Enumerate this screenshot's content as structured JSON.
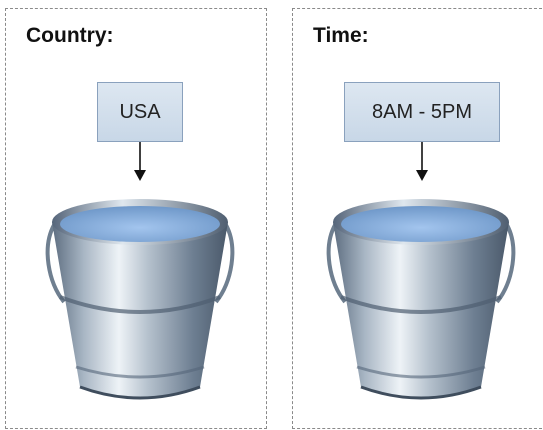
{
  "panels": [
    {
      "title": "Country:",
      "value": "USA"
    },
    {
      "title": "Time:",
      "value": "8AM - 5PM"
    }
  ],
  "colors": {
    "box_fill": "#d3e0ed",
    "box_border": "#8aa1bd",
    "water": "#8fb6e4",
    "metal": "#aeb9c4",
    "dashed_border": "#8a8a8a"
  },
  "icons": {
    "bucket": "bucket-icon",
    "arrow": "arrow-down-icon"
  }
}
